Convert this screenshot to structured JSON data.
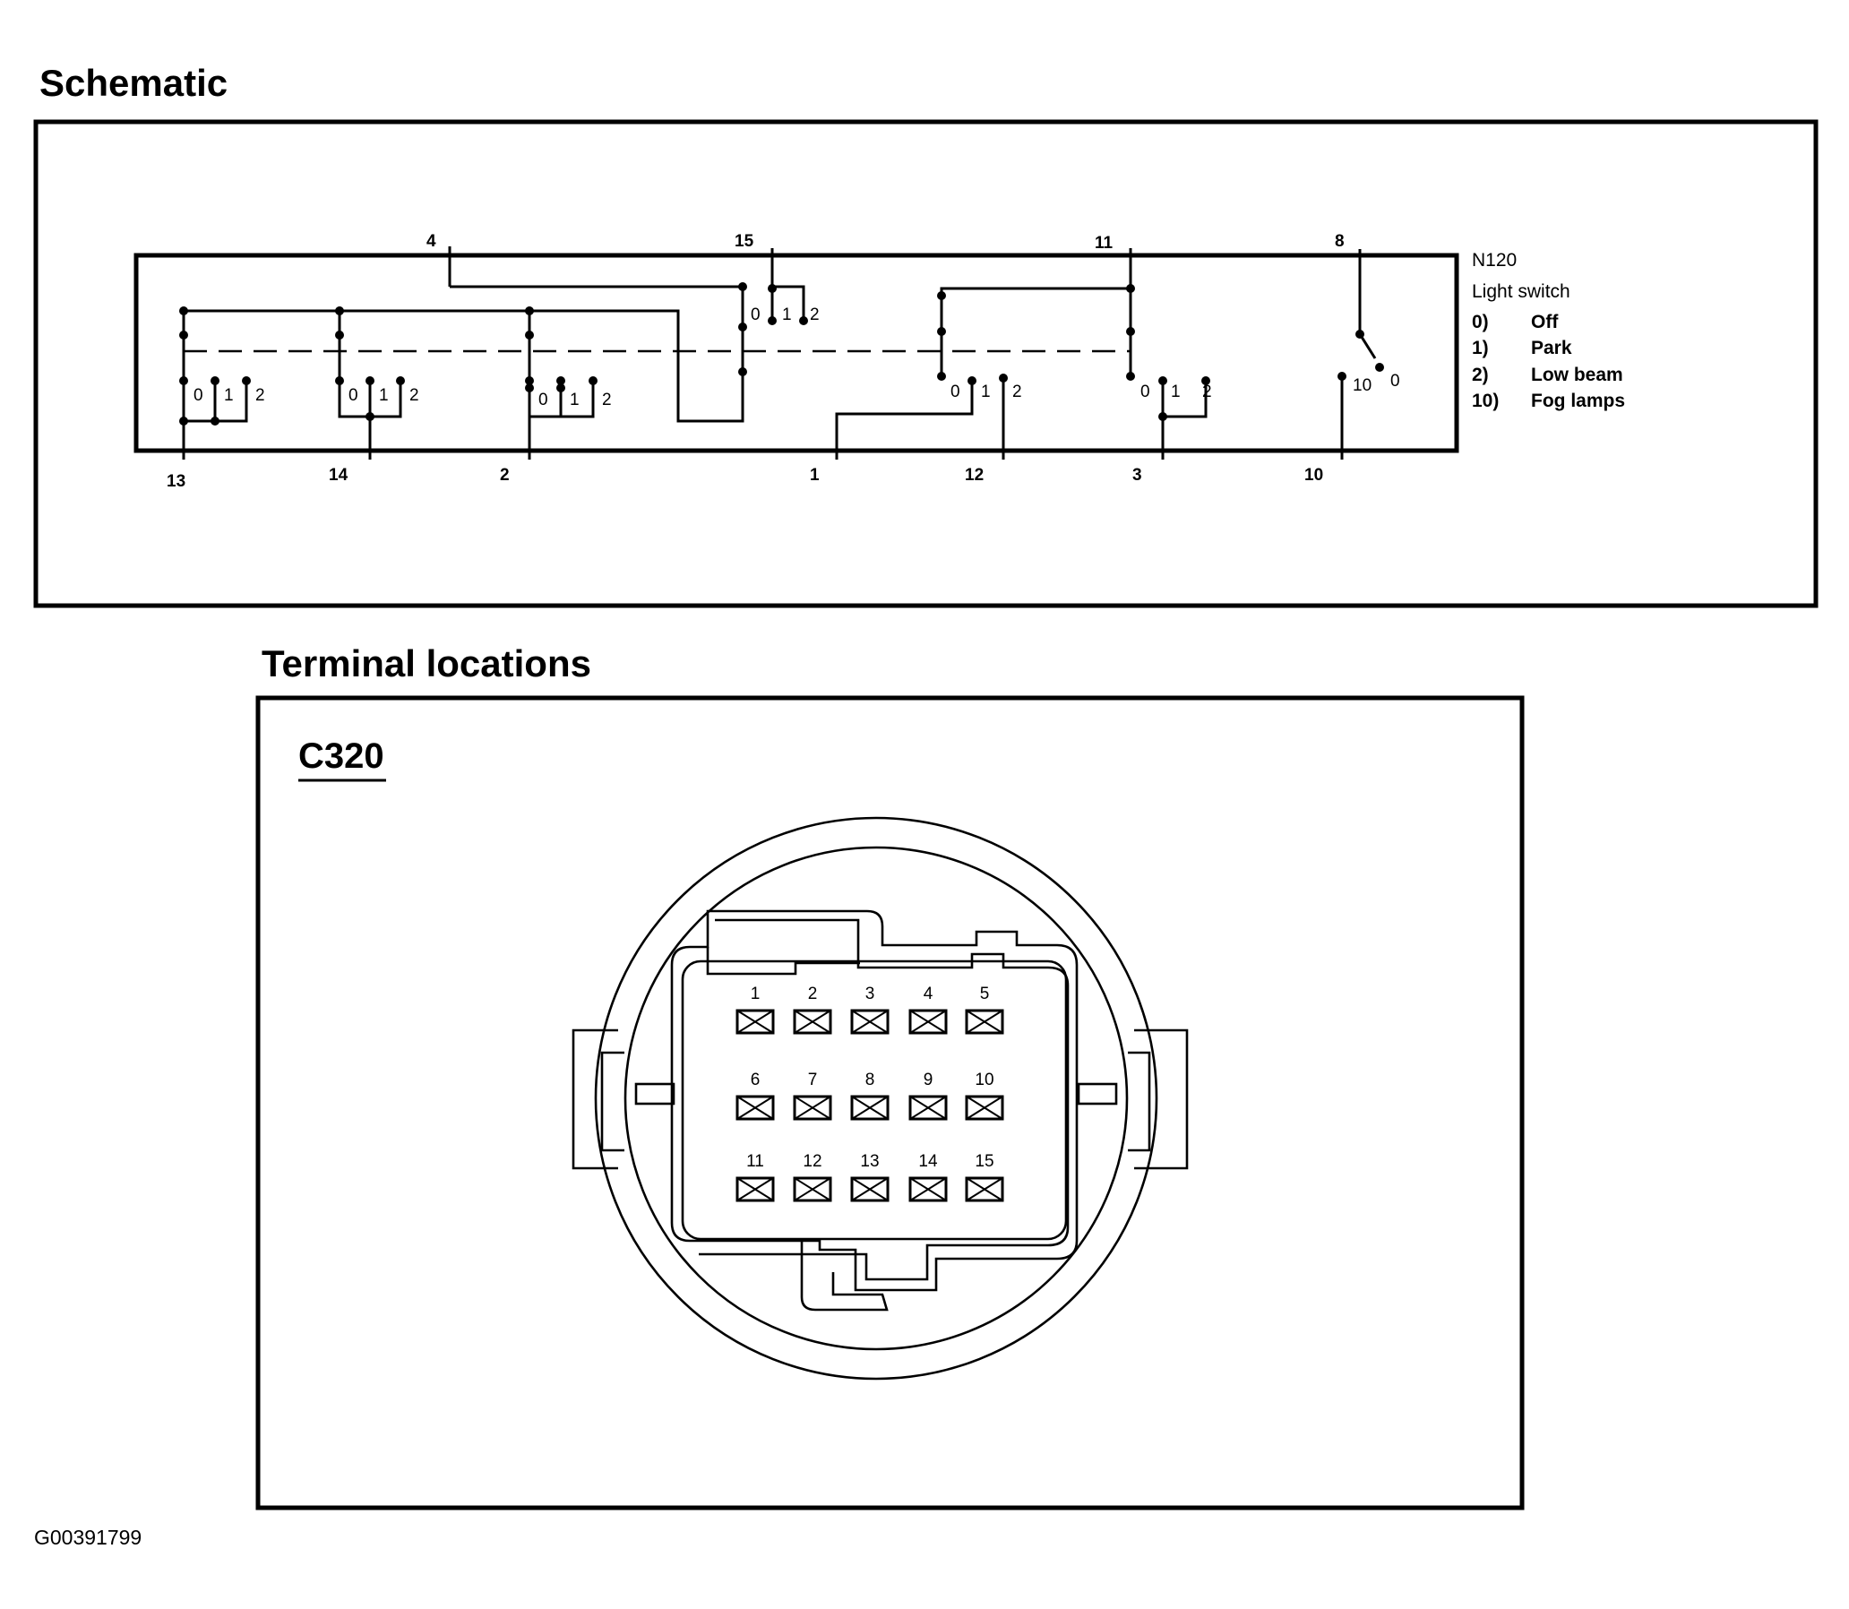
{
  "schematic": {
    "heading": "Schematic",
    "top_terminals": [
      "4",
      "15",
      "11",
      "8"
    ],
    "bottom_terminals": [
      "13",
      "14",
      "2",
      "1",
      "12",
      "3",
      "10"
    ],
    "position_labels": [
      "0",
      "1",
      "2"
    ],
    "fog_labels": [
      "10",
      "0"
    ],
    "component_id": "N120",
    "component_name": "Light switch",
    "legend": [
      {
        "key": "0)",
        "value": "Off"
      },
      {
        "key": "1)",
        "value": "Park"
      },
      {
        "key": "2)",
        "value": "Low beam"
      },
      {
        "key": "10)",
        "value": "Fog lamps"
      }
    ]
  },
  "terminal_locations": {
    "heading": "Terminal locations",
    "connector": "C320",
    "pins": [
      [
        "1",
        "2",
        "3",
        "4",
        "5"
      ],
      [
        "6",
        "7",
        "8",
        "9",
        "10"
      ],
      [
        "11",
        "12",
        "13",
        "14",
        "15"
      ]
    ]
  },
  "figure_code": "G00391799"
}
